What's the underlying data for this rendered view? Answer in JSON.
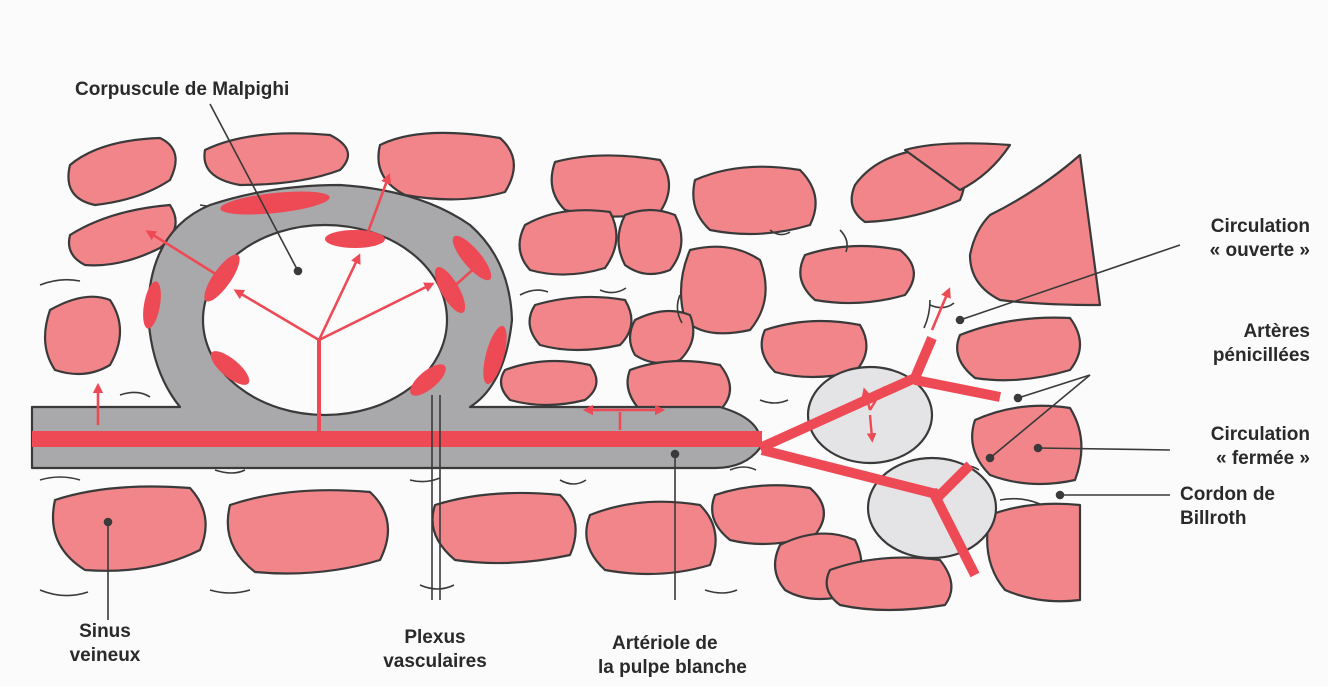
{
  "labels": {
    "corpuscule": "Corpuscule de Malpighi",
    "circ_ouverte_1": "Circulation",
    "circ_ouverte_2": "« ouverte »",
    "arteres_1": "Artères",
    "arteres_2": "pénicillées",
    "circ_fermee_1": "Circulation",
    "circ_fermee_2": "« fermée »",
    "cordon_1": "Cordon de",
    "cordon_2": "Billroth",
    "sinus_1": "Sinus",
    "sinus_2": "veineux",
    "plexus_1": "Plexus",
    "plexus_2": "vasculaires",
    "arteriole_1": "Artériole de",
    "arteriole_2": "la pulpe blanche"
  },
  "colors": {
    "sinus_fill": "#f2858a",
    "artery": "#ee4a55",
    "white_pulp": "#a9a9ab",
    "cord": "#e4e4e6",
    "outline": "#3a3a3a",
    "text": "#2a2a2a"
  }
}
